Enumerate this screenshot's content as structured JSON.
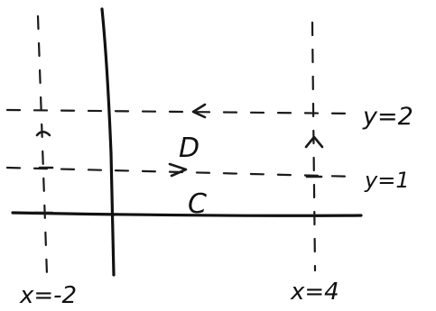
{
  "labels": {
    "region": "D",
    "curve": "C",
    "upper_line": "y=2",
    "lower_line": "y=1",
    "left_line": "x=-2",
    "right_line": "x=4"
  },
  "lines": {
    "horizontal": [
      1,
      2
    ],
    "vertical": [
      -2,
      4
    ]
  }
}
